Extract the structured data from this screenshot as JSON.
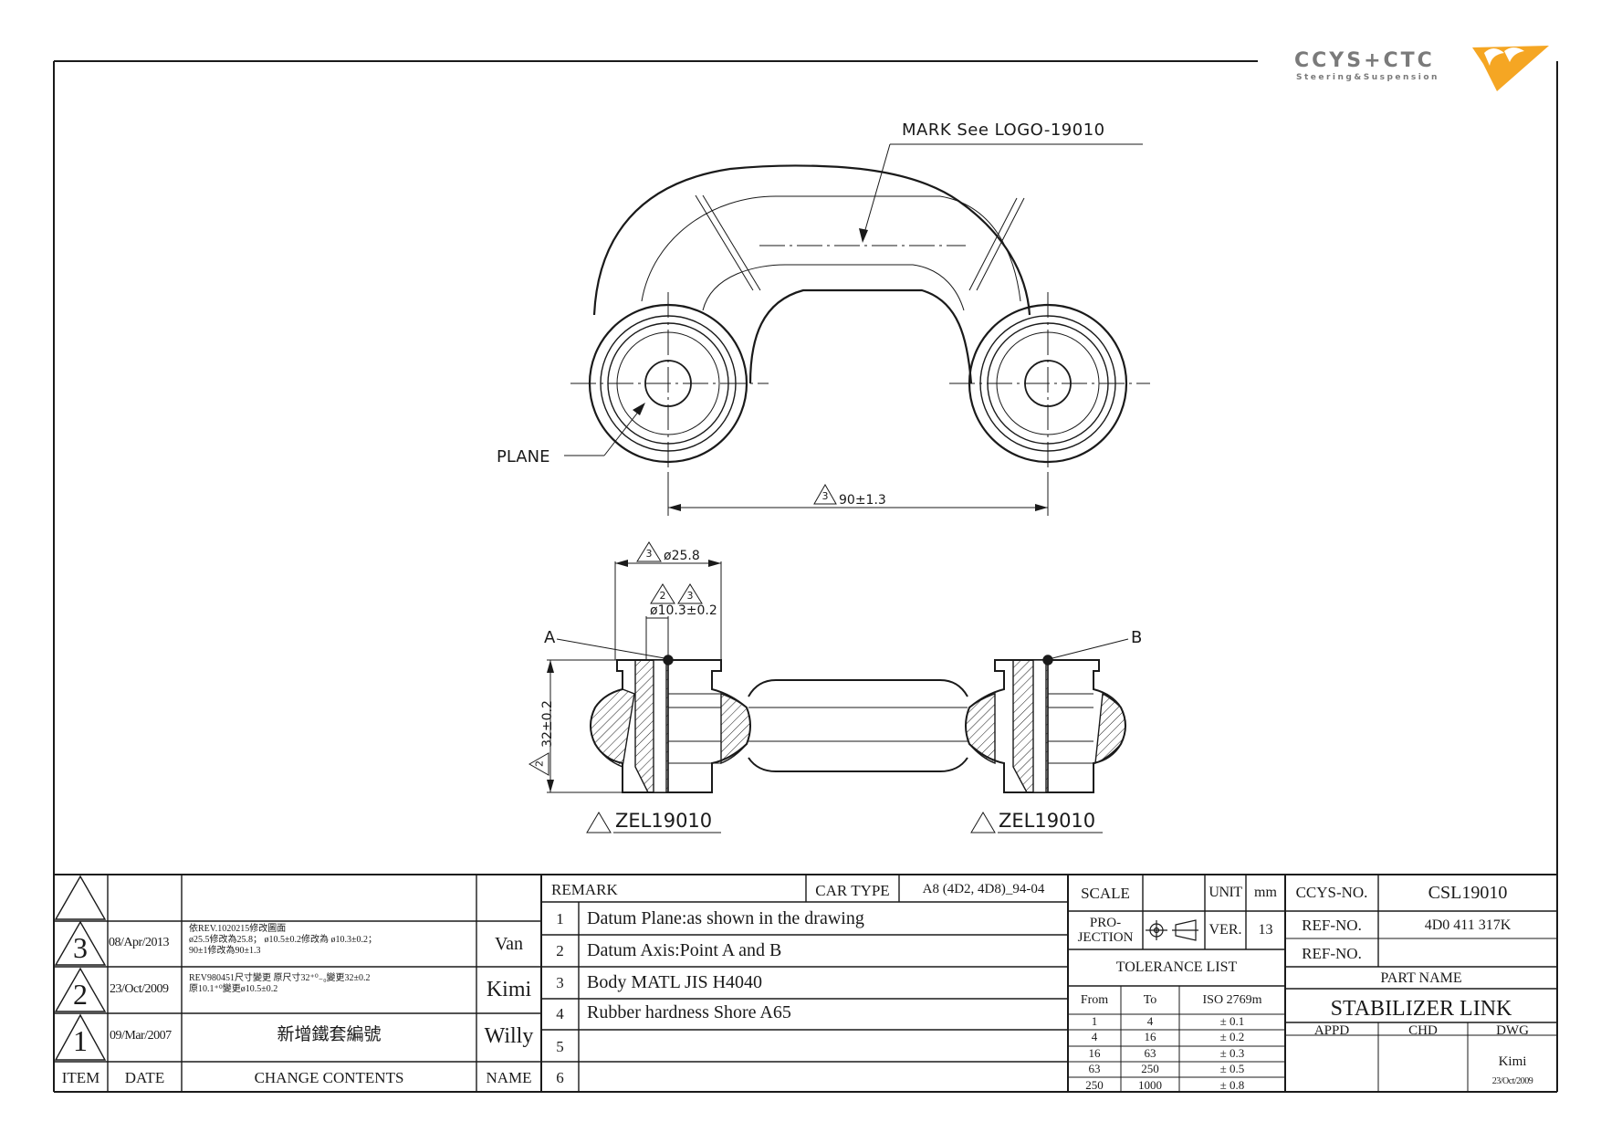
{
  "logo": {
    "text": "CCYS+CTC",
    "subtitle": "Steering&Suspension",
    "accent_color": "#f5a623"
  },
  "top_view": {
    "mark_label": "MARK See LOGO-19010",
    "plane_label": "PLANE",
    "dim_center_rev": "3",
    "dim_center": "90±1.3"
  },
  "section_view": {
    "dim_outer_rev": "3",
    "dim_outer": "ø25.8",
    "dim_inner_revs": [
      "2",
      "3"
    ],
    "dim_inner": "ø10.3±0.2",
    "point_a": "A",
    "point_b": "B",
    "height_rev": "2",
    "height_dim": "32±0.2",
    "part_ref_left": "ZEL19010",
    "part_ref_right": "ZEL19010"
  },
  "revisions": {
    "headers": {
      "item": "ITEM",
      "date": "DATE",
      "contents": "CHANGE CONTENTS",
      "name": "NAME"
    },
    "rows": [
      {
        "rev": "3",
        "date": "08/Apr/2013",
        "contents": "依REV.1020215修改圖面\nø25.5修改為25.8； ø10.5±0.2修改為 ø10.3±0.2；\n90±1修改為90±1.3",
        "name": "Van"
      },
      {
        "rev": "2",
        "date": "23/Oct/2009",
        "contents": "REV980451尺寸變更 原尺寸32⁺⁰₋₀變更32±0.2\n原10.1⁺⁰變更ø10.5±0.2",
        "name": "Kimi"
      },
      {
        "rev": "1",
        "date": "09/Mar/2007",
        "contents": "新增鐵套編號",
        "name": "Willy"
      }
    ]
  },
  "remarks": {
    "header": "REMARK",
    "items": [
      {
        "no": "1",
        "text": "Datum Plane:as shown in the drawing"
      },
      {
        "no": "2",
        "text": "Datum Axis:Point A and B"
      },
      {
        "no": "3",
        "text": "Body MATL JIS H4040"
      },
      {
        "no": "4",
        "text": "Rubber hardness Shore A65"
      },
      {
        "no": "5",
        "text": ""
      },
      {
        "no": "6",
        "text": ""
      }
    ]
  },
  "car_type": {
    "label": "CAR TYPE",
    "value": "A8 (4D2, 4D8)_94-04"
  },
  "scale": {
    "label": "SCALE",
    "value": ""
  },
  "unit": {
    "label": "UNIT",
    "value": "mm"
  },
  "projection": {
    "label_line1": "PRO-",
    "label_line2": "JECTION"
  },
  "version": {
    "label": "VER.",
    "value": "13"
  },
  "tolerance": {
    "title": "TOLERANCE LIST",
    "headers": [
      "From",
      "To",
      "ISO 2769m"
    ],
    "rows": [
      [
        "1",
        "4",
        "± 0.1"
      ],
      [
        "4",
        "16",
        "± 0.2"
      ],
      [
        "16",
        "63",
        "± 0.3"
      ],
      [
        "63",
        "250",
        "± 0.5"
      ],
      [
        "250",
        "1000",
        "± 0.8"
      ]
    ]
  },
  "title_block": {
    "ccys_label": "CCYS-NO.",
    "ccys_value": "CSL19010",
    "ref1_label": "REF-NO.",
    "ref1_value": "4D0 411 317K",
    "ref2_label": "REF-NO.",
    "ref2_value": "",
    "part_name_label": "PART NAME",
    "part_name": "STABILIZER LINK",
    "appd_label": "APPD",
    "chd_label": "CHD",
    "dwg_label": "DWG",
    "drawn_by": "Kimi",
    "drawn_date": "23/Oct/2009"
  }
}
